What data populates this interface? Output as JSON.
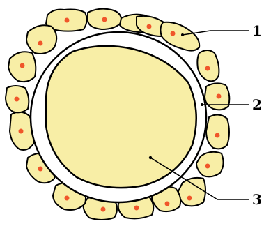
{
  "labels": [
    {
      "id": "1",
      "text": "1"
    },
    {
      "id": "2",
      "text": "2"
    },
    {
      "id": "3",
      "text": "3"
    }
  ],
  "colors": {
    "cell_fill": "#F8EEA6",
    "nucleus": "#F0562A",
    "outline": "#000000",
    "zone": "#FFFFFF"
  }
}
